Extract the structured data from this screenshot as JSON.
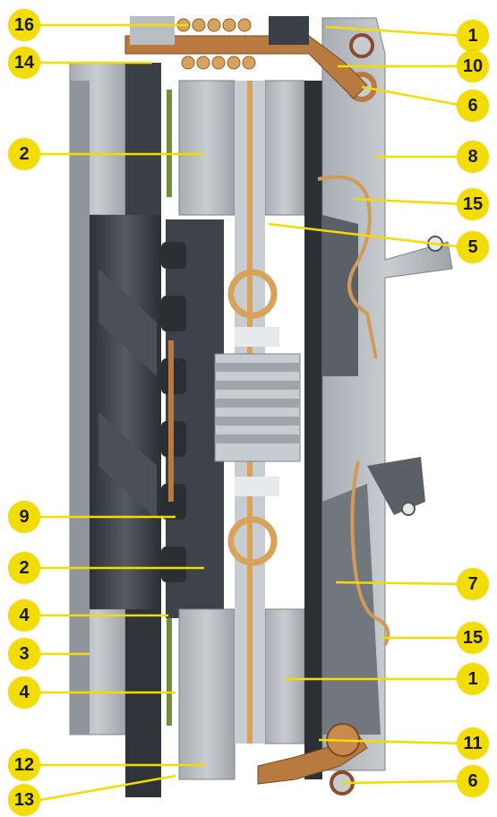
{
  "callouts": {
    "left": [
      "16",
      "14",
      "2",
      "9",
      "2",
      "4",
      "3",
      "4",
      "12",
      "13"
    ],
    "right": [
      "1",
      "10",
      "6",
      "8",
      "15",
      "5",
      "7",
      "15",
      "1",
      "11",
      "6"
    ]
  },
  "colors": {
    "callout_fill": "#f3dc00",
    "leader_line": "#f3dc00",
    "housing_light": "#b9bec3",
    "housing_dark": "#3b4045",
    "copper": "#b87a3f",
    "friction_green": "#6e8f3c",
    "spring_gold": "#d9a25b"
  }
}
